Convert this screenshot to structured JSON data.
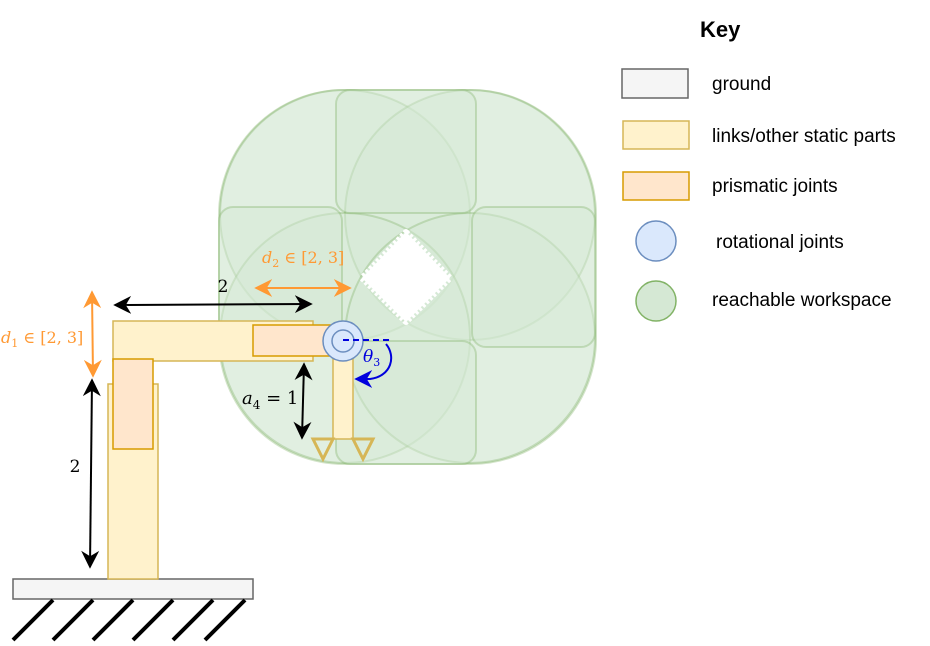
{
  "key": {
    "title": "Key",
    "items": [
      {
        "label": "ground",
        "swatch": "rect",
        "fill": "#f5f5f5",
        "stroke": "#666666"
      },
      {
        "label": "links/other static parts",
        "swatch": "rect",
        "fill": "#fff2cc",
        "stroke": "#d6b656"
      },
      {
        "label": "prismatic joints",
        "swatch": "rect",
        "fill": "#ffe6cc",
        "stroke": "#d79b00"
      },
      {
        "label": "rotational joints",
        "swatch": "circle",
        "fill": "#dae8fc",
        "stroke": "#6c8ebf"
      },
      {
        "label": "reachable workspace",
        "swatch": "circle",
        "fill": "#d5e8d4",
        "stroke": "#82b366"
      }
    ]
  },
  "annotations": {
    "link_height": "2",
    "link_width": "2",
    "d1": {
      "sym": "d",
      "sub": "1",
      "range": " ∈ [2, 3]"
    },
    "d2": {
      "sym": "d",
      "sub": "2",
      "range": " ∈ [2, 3]"
    },
    "a4": {
      "sym": "a",
      "sub": "4",
      "value": " = 1"
    },
    "theta3": {
      "sym": "θ",
      "sub": "3"
    }
  },
  "colors": {
    "orange_dim": "#ff9933",
    "blue_dim": "#0000dd",
    "black_dim": "#000000",
    "workspace_fill": "#d5e8d4",
    "workspace_stroke": "#82b366"
  }
}
